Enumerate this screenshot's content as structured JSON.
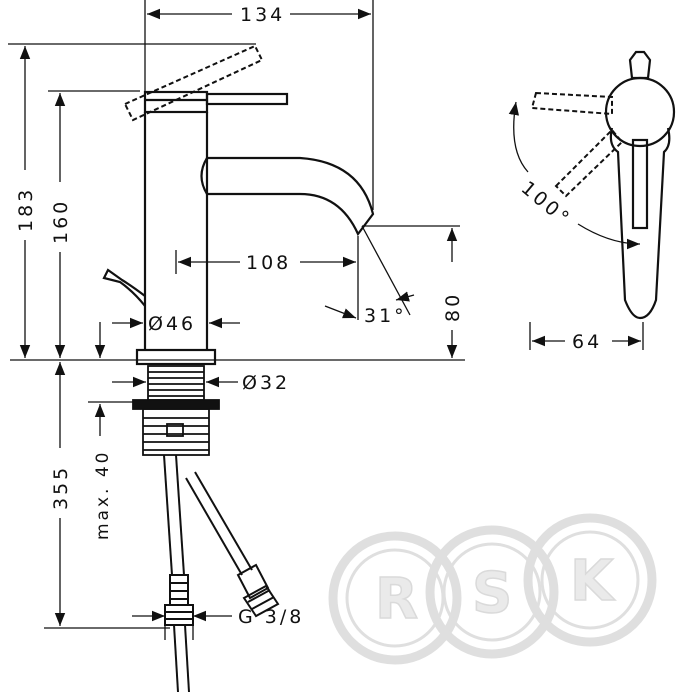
{
  "dimensions": {
    "width_top": "134",
    "height_183": "183",
    "height_160": "160",
    "spout_reach": "108",
    "spout_angle": "31°",
    "spout_height": "80",
    "body_diameter": "Ø46",
    "shank_diameter": "Ø32",
    "below_deck": "355",
    "max_thickness": "max. 40",
    "connection_thread": "G 3/8",
    "lever_angle": "100°",
    "side_width": "64"
  },
  "watermark": {
    "letters": [
      "R",
      "S",
      "K"
    ]
  },
  "colors": {
    "line": "#111111",
    "watermark": "#d9d9d9"
  }
}
